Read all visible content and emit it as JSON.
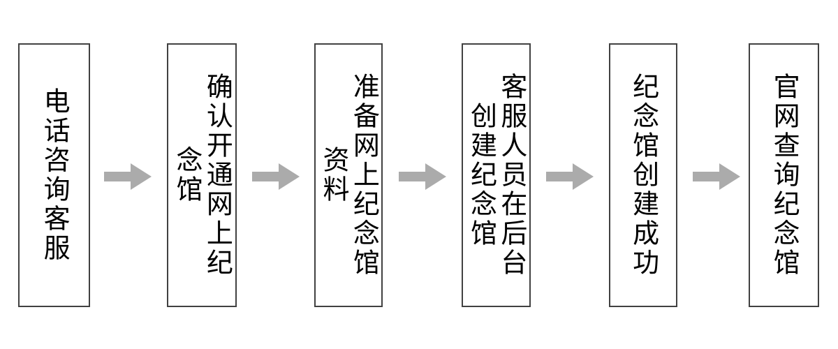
{
  "diagram": {
    "type": "process-flowchart",
    "orientation": "left-to-right",
    "background_color": "#FFFFFF",
    "node_border_color": "#414141",
    "node_fill_color": "#FFFFFF",
    "arrow_color": "#ABABAB",
    "text_color": "#000000",
    "text_direction": "vertical-rl",
    "nodes": [
      {
        "id": 1,
        "label": "电话咨询客服"
      },
      {
        "id": 2,
        "label": "确认开通网上纪念馆"
      },
      {
        "id": 3,
        "label": "准备网上纪念馆资料"
      },
      {
        "id": 4,
        "label": "客服人员在后台创建纪念馆"
      },
      {
        "id": 5,
        "label": "纪念馆创建成功"
      },
      {
        "id": 6,
        "label": "官网查询纪念馆"
      }
    ],
    "connectors": [
      {
        "id": 1,
        "from": 1,
        "to": 2,
        "icon": "arrow-right-icon"
      },
      {
        "id": 2,
        "from": 2,
        "to": 3,
        "icon": "arrow-right-icon"
      },
      {
        "id": 3,
        "from": 3,
        "to": 4,
        "icon": "arrow-right-icon"
      },
      {
        "id": 4,
        "from": 4,
        "to": 5,
        "icon": "arrow-right-icon"
      },
      {
        "id": 5,
        "from": 5,
        "to": 6,
        "icon": "arrow-right-icon"
      }
    ]
  }
}
